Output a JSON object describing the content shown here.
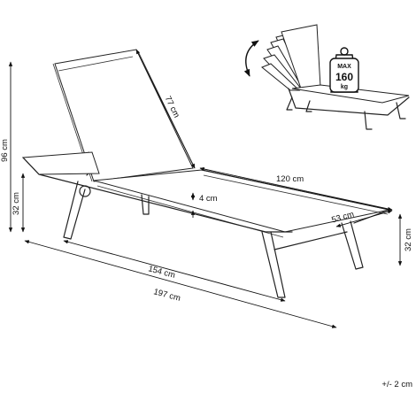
{
  "colors": {
    "line": "#222222",
    "text": "#111111",
    "background": "#ffffff"
  },
  "dimensions": {
    "height_total": "96 cm",
    "seat_height": "32 cm",
    "back_length": "77 cm",
    "seat_length": "120 cm",
    "cushion_thickness": "4 cm",
    "seat_width": "53 cm",
    "leg_height": "32 cm",
    "frame_length": "154 cm",
    "total_length": "197 cm"
  },
  "load_badge": {
    "label": "MAX",
    "value": "160",
    "unit": "kg",
    "icon": "weight-icon"
  },
  "tolerance": "+/- 2 cm",
  "inset_icon": "adjustable-backrest-arrow-icon"
}
